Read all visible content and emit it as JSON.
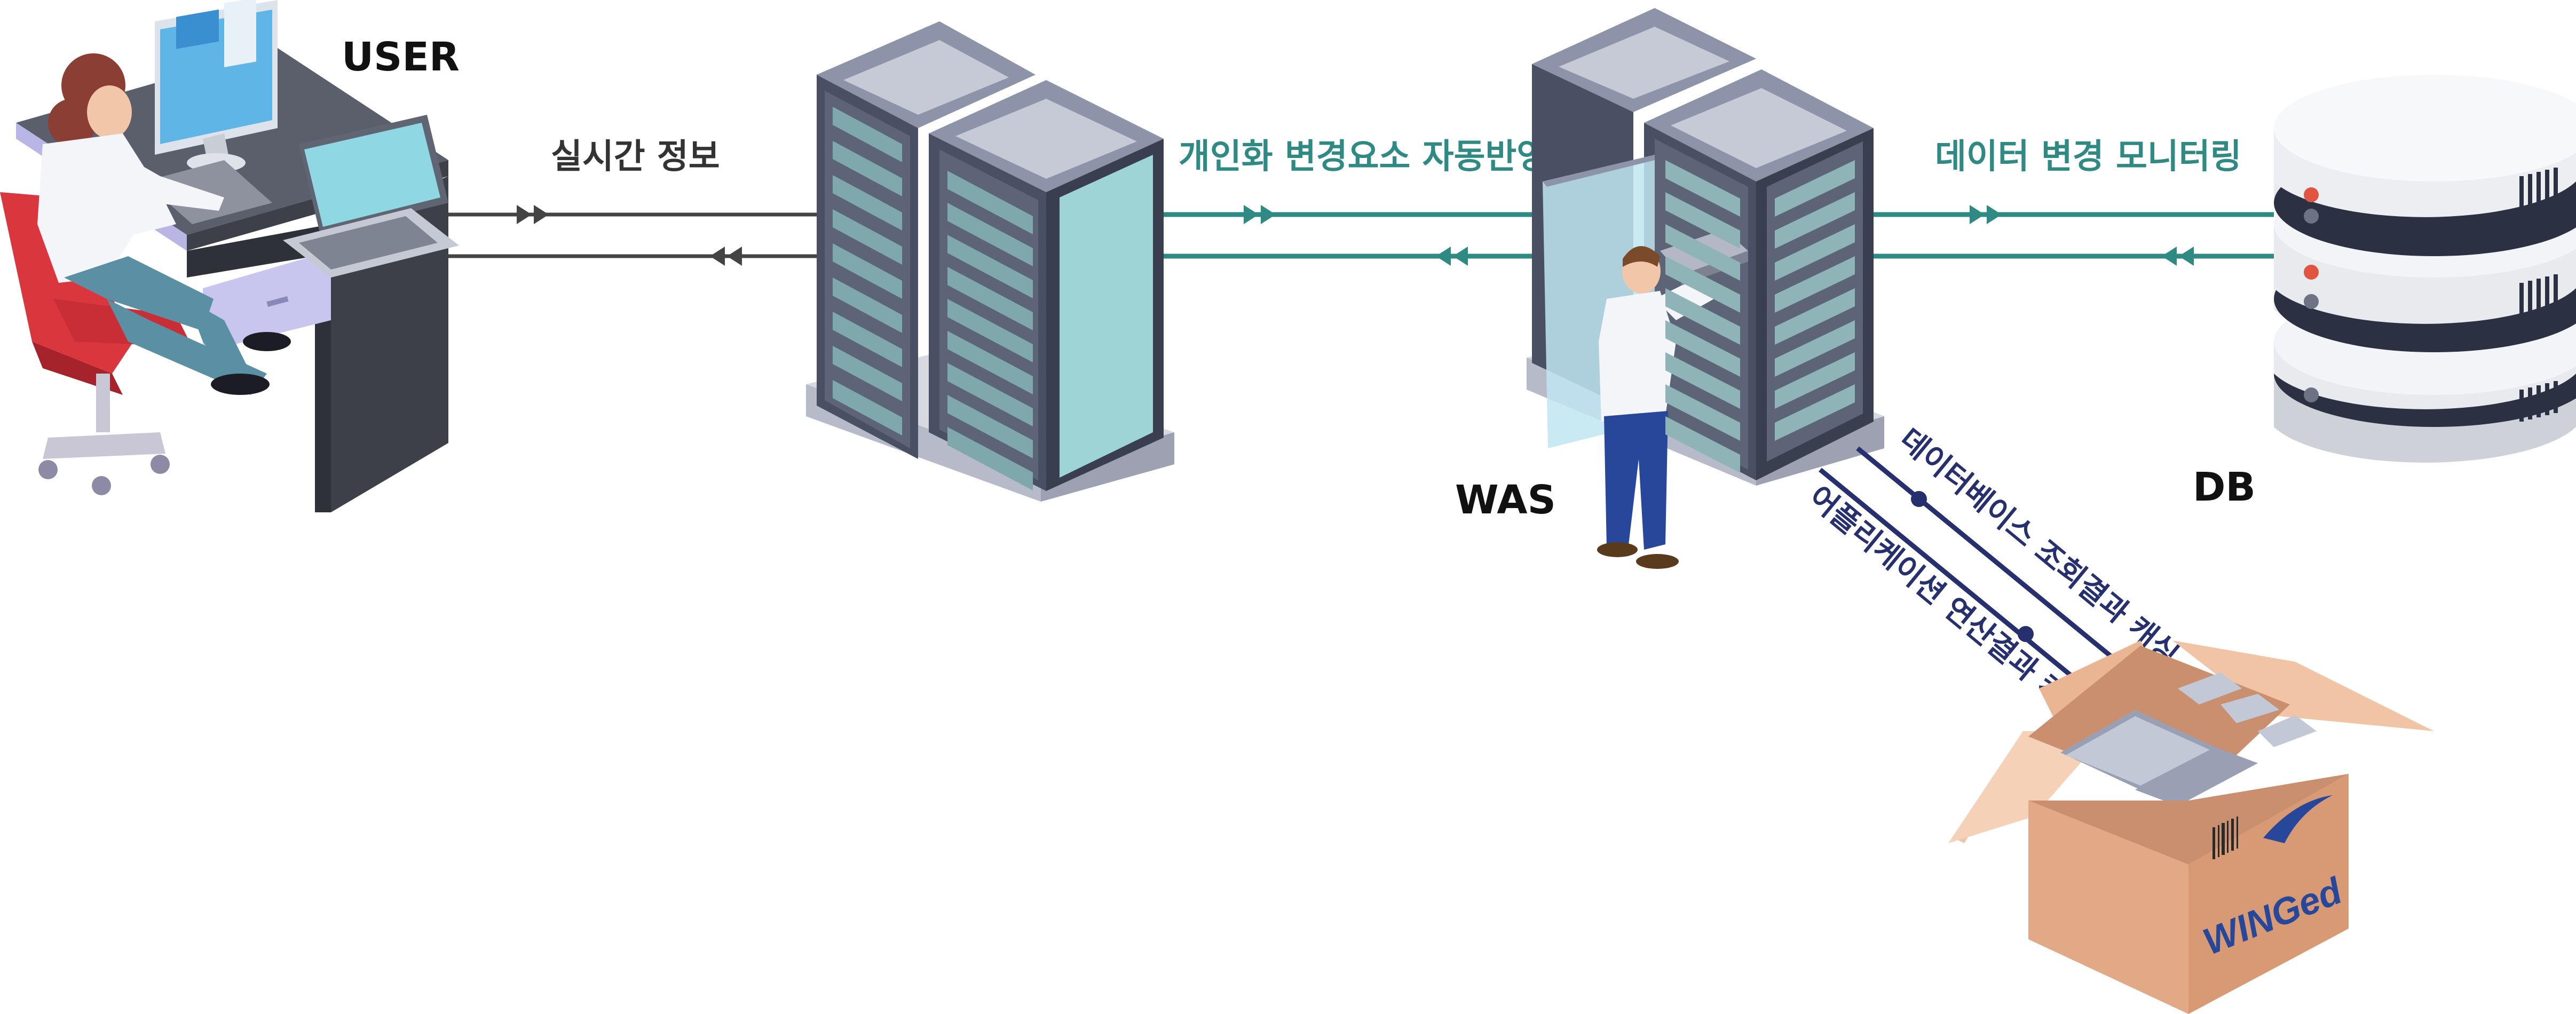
{
  "nodes": {
    "user": "USER",
    "was": "WAS",
    "db": "DB"
  },
  "flows": {
    "realtime_info": "실시간 정보",
    "personalization": "개인화 변경요소 자동반영",
    "data_monitoring": "데이터 변경 모니터링",
    "db_query_cache": "데이터베이스 조회결과 캐싱",
    "app_compute_cache": "어플리케이션 연산결과 캐싱"
  },
  "box": {
    "brand": "WINGed"
  },
  "colors": {
    "teal": "#2e8a82",
    "navy": "#27306e",
    "dark_line": "#444444",
    "rack": "#4a5063",
    "rack_side": "#3a3f50",
    "rack_top": "#8d93a8",
    "rack_glass": "#9fd4d6",
    "db_body": "#e9eaee",
    "db_band": "#2b3142",
    "box": "#e2a986",
    "box_light": "#f1c4a6",
    "chair": "#d9363e",
    "desk": "#3d4049"
  },
  "icons": [
    "user-workstation-icon",
    "web-server-rack-icon",
    "was-server-rack-icon",
    "database-cylinder-icon",
    "cache-box-icon"
  ]
}
